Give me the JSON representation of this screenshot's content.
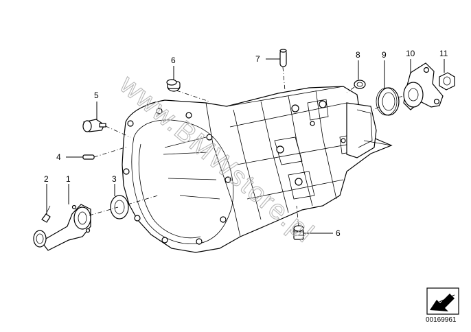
{
  "watermark": "www.BMWstore.pl",
  "labels": [
    {
      "id": "label-1",
      "text": "1"
    },
    {
      "id": "label-2",
      "text": "2"
    },
    {
      "id": "label-3",
      "text": "3"
    },
    {
      "id": "label-4",
      "text": "4"
    },
    {
      "id": "label-5",
      "text": "5"
    },
    {
      "id": "label-6-top",
      "text": "6"
    },
    {
      "id": "label-6-bottom",
      "text": "6"
    },
    {
      "id": "label-7",
      "text": "7"
    },
    {
      "id": "label-8",
      "text": "8"
    },
    {
      "id": "label-9",
      "text": "9"
    },
    {
      "id": "label-10",
      "text": "10"
    },
    {
      "id": "label-11",
      "text": "11"
    }
  ],
  "document_number": "00169961",
  "icons": {
    "corner": "arrow-direction-icon"
  }
}
